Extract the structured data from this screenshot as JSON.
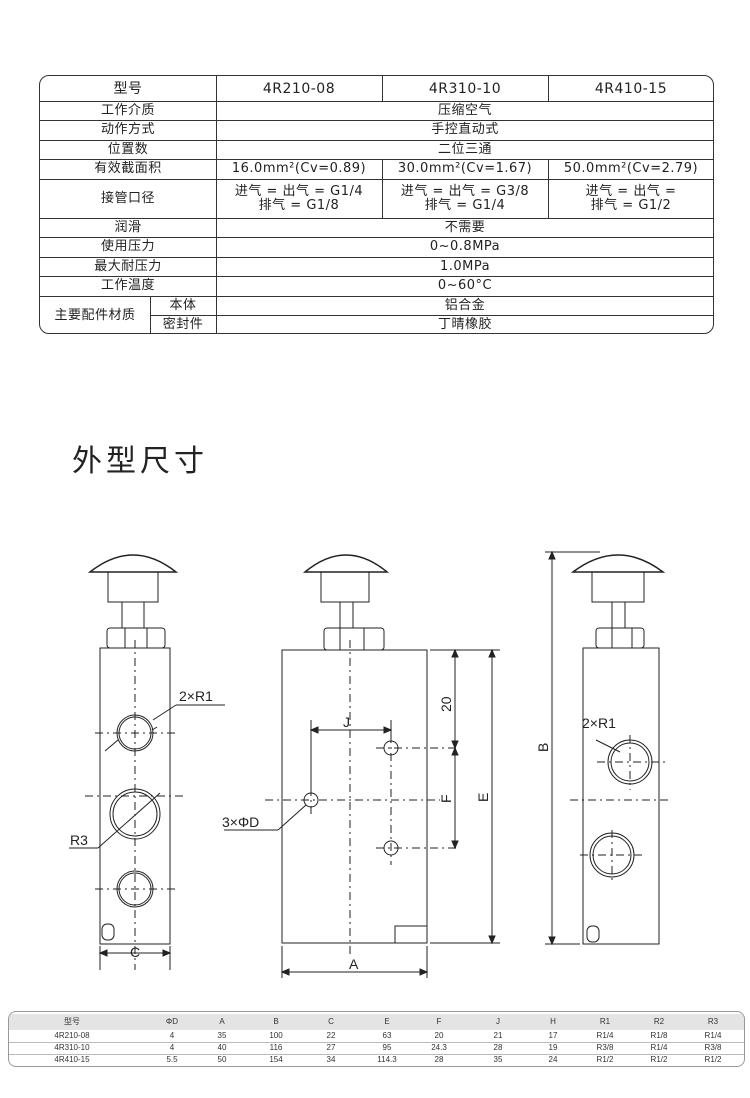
{
  "spec_table": {
    "header": {
      "label": "型号",
      "models": [
        "4R210-08",
        "4R310-10",
        "4R410-15"
      ]
    },
    "rows": {
      "medium": {
        "label": "工作介质",
        "value": "压缩空气"
      },
      "action": {
        "label": "动作方式",
        "value": "手控直动式"
      },
      "positions": {
        "label": "位置数",
        "value": "二位三通"
      },
      "area": {
        "label": "有效截面积",
        "values": [
          "16.0mm²(Cv=0.89)",
          "30.0mm²(Cv=1.67)",
          "50.0mm²(Cv=2.79)"
        ]
      },
      "port": {
        "label": "接管口径",
        "values": [
          {
            "line1": "进气 = 出气 = G1/4",
            "line2": "排气 = G1/8"
          },
          {
            "line1": "进气 = 出气 = G3/8",
            "line2": "排气 = G1/4"
          },
          {
            "line1": "进气 = 出气 =",
            "line2": "排气 = G1/2"
          }
        ]
      },
      "lubrication": {
        "label": "润滑",
        "value": "不需要"
      },
      "pressure": {
        "label": "使用压力",
        "value": "0~0.8MPa"
      },
      "max_pressure": {
        "label": "最大耐压力",
        "value": "1.0MPa"
      },
      "temperature": {
        "label": "工作温度",
        "value": "0~60°C"
      },
      "materials": {
        "label": "主要配件材质",
        "body": {
          "label": "本体",
          "value": "铝合金"
        },
        "seal": {
          "label": "密封件",
          "value": "丁晴橡胶"
        }
      }
    }
  },
  "section_title": "外型尺寸",
  "drawing_labels": {
    "r1_left": "2×R1",
    "r3": "R3",
    "c": "C",
    "j": "J",
    "d": "3×ΦD",
    "twenty": "20",
    "f": "F",
    "e": "E",
    "a": "A",
    "b": "B",
    "r1_right": "2×R1"
  },
  "dimension_table": {
    "columns": [
      "型号",
      "ΦD",
      "A",
      "B",
      "C",
      "E",
      "F",
      "J",
      "H",
      "R1",
      "R2",
      "R3"
    ],
    "rows": [
      [
        "4R210-08",
        "4",
        "35",
        "100",
        "22",
        "63",
        "20",
        "21",
        "17",
        "R1/4",
        "R1/8",
        "R1/4"
      ],
      [
        "4R310-10",
        "4",
        "40",
        "116",
        "27",
        "95",
        "24.3",
        "28",
        "19",
        "R3/8",
        "R1/4",
        "R3/8"
      ],
      [
        "4R410-15",
        "5.5",
        "50",
        "154",
        "34",
        "114.3",
        "28",
        "35",
        "24",
        "R1/2",
        "R1/2",
        "R1/2"
      ]
    ]
  }
}
